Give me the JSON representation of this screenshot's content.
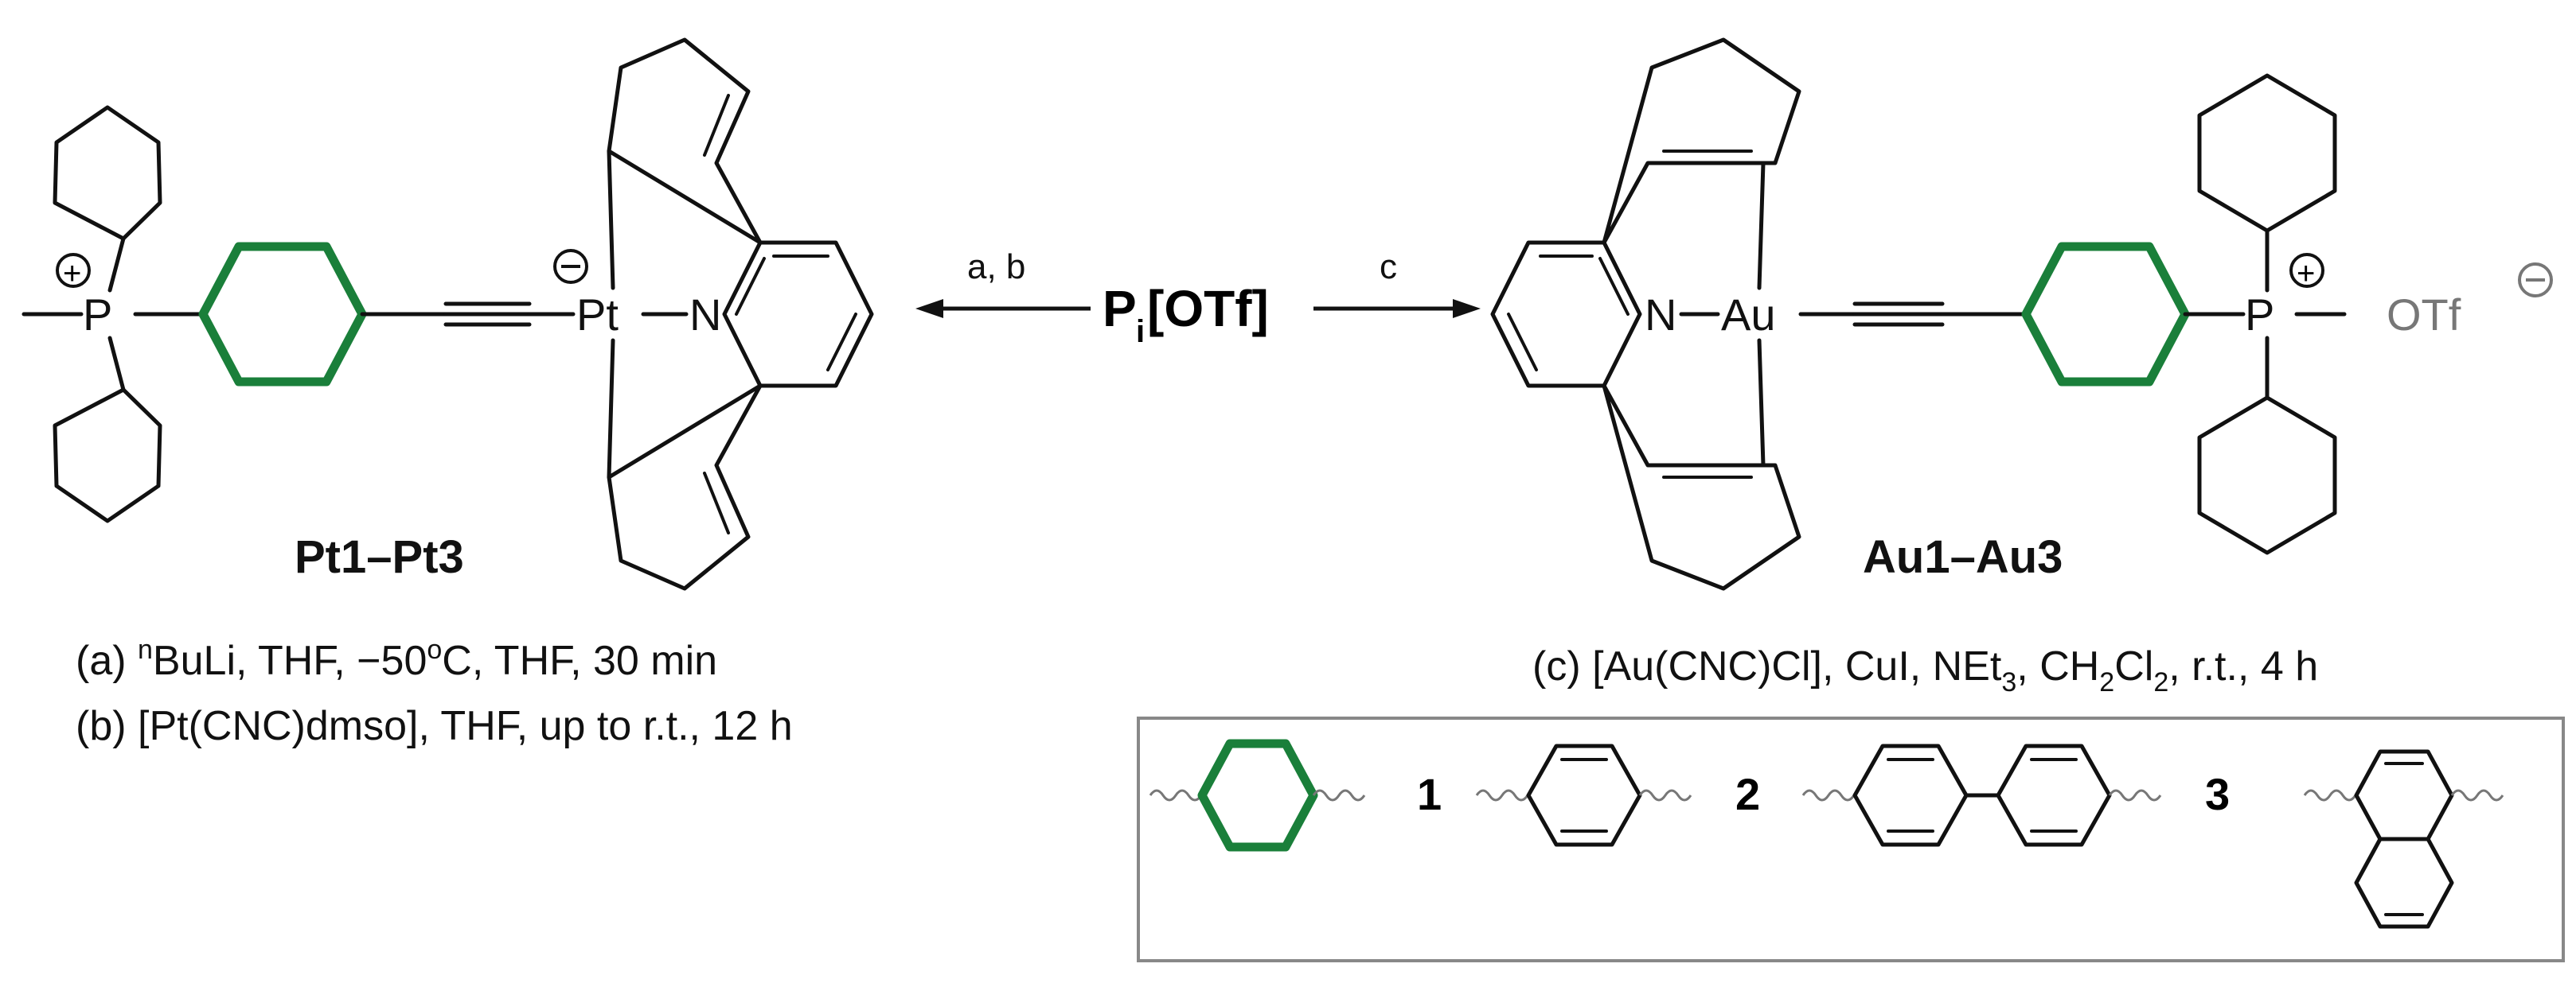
{
  "reagent": {
    "main": "P",
    "sub": "i",
    "tail": "[OTf]"
  },
  "arrows": {
    "left_label": "a, b",
    "right_label": "c"
  },
  "compounds": {
    "left": "Pt1–Pt3",
    "right": "Au1–Au3"
  },
  "atoms": {
    "phosphorus": "P",
    "nitrogen": "N",
    "platinum": "Pt",
    "gold": "Au",
    "plus": "+",
    "minus": "−"
  },
  "counterion": {
    "label": "OTf"
  },
  "conditions": {
    "a": {
      "prefix": "(a) ",
      "sup": "n",
      "text": "BuLi, THF, −50",
      "sup2": "o",
      "text2": "C, THF, 30 min"
    },
    "b": {
      "text": "(b) [Pt(CNC)dmso], THF, up to r.t., 12 h"
    },
    "c": {
      "prefix": "(c) [Au(CNC)Cl], CuI, NEt",
      "sub1": "3",
      "mid": ", CH",
      "sub2": "2",
      "mid2": "Cl",
      "sub3": "2",
      "tail": ", r.t., 4 h"
    }
  },
  "legend": {
    "labels": [
      "1",
      "2",
      "3"
    ]
  },
  "colors": {
    "highlight": "#1a7f3a",
    "frame": "#888888",
    "counterion": "#777777"
  }
}
